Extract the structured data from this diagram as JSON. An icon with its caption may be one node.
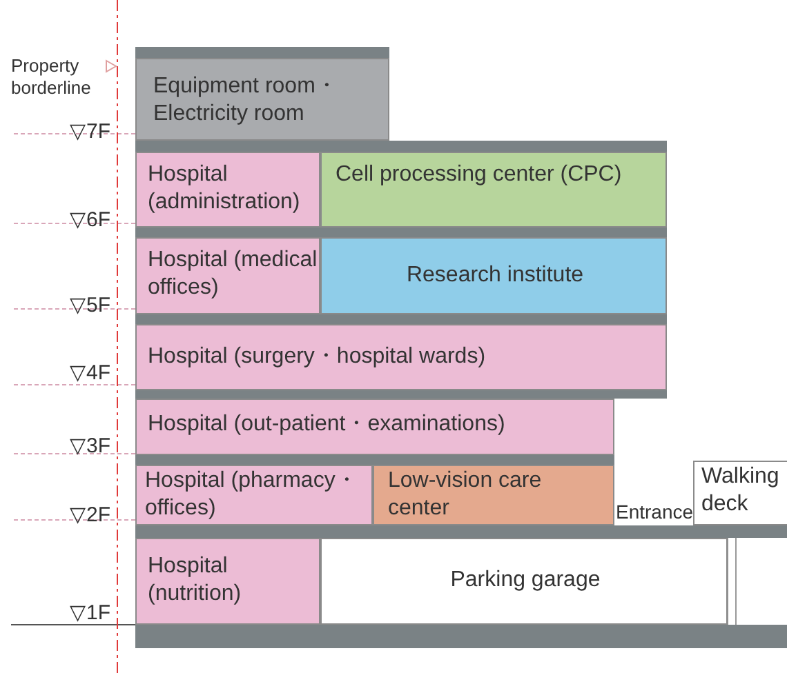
{
  "diagram": {
    "nodes": [
      {
        "text": [
          "Equipment room・ Electricity room"
        ]
      },
      {
        "text": [
          "Hospital (administration)"
        ]
      },
      {
        "text": [
          "Cell processing center (CPC)"
        ]
      },
      {
        "text": [
          "Hospital (medical offices)"
        ]
      },
      {
        "text": [
          "Research institute"
        ]
      },
      {
        "text": [
          "Hospital (surgery・hospital wards)"
        ]
      },
      {
        "text": [
          "Hospital (out-patient・examinations)"
        ]
      },
      {
        "text": [
          "Hospital (pharmacy・offices)"
        ]
      },
      {
        "text": [
          "Low-vision care center"
        ]
      },
      {
        "text": [
          "Walking deck"
        ]
      },
      {
        "text": [
          "Hospital (nutrition)"
        ]
      },
      {
        "text": [
          "Parking garage"
        ]
      }
    ],
    "labels": [
      "Property borderline",
      "▽7F",
      "▽6F",
      "▽5F",
      "▽4F",
      "▽3F",
      "Entrance",
      "▽2F",
      "▽1F"
    ]
  }
}
